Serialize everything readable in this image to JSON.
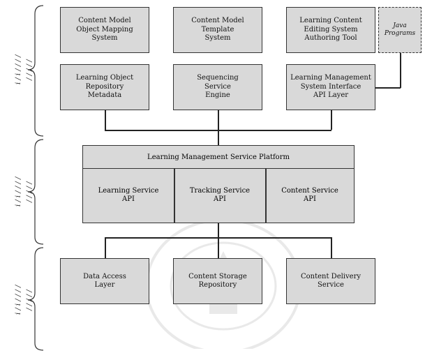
{
  "layers": [
    {
      "label": "i /  i  /  /  /  / ",
      "sub": "  /  /  /  /  / "
    },
    {
      "label": "i /  i  /  /  /  / ",
      "sub": "  /  /  /  /  / "
    },
    {
      "label": "i /  i  /  /  /  / ",
      "sub": "  /  /  /  /  / "
    }
  ],
  "top_row": [
    {
      "text": "Content Model\nObject Mapping\nSystem"
    },
    {
      "text": "Content Model\nTemplate\nSystem"
    },
    {
      "text": "Learning Content\nEditing System\nAuthoring Tool"
    }
  ],
  "java_programs": "Java\nPrograms",
  "second_row": [
    {
      "text": "Learning Object\nRepository\nMetadata"
    },
    {
      "text": "Sequencing\nService\nEngine"
    },
    {
      "text": "Learning Management\nSystem Interface\nAPI Layer"
    }
  ],
  "middle_group": {
    "title": "Learning Management Service Platform",
    "cells": [
      {
        "text": "Learning Service\nAPI"
      },
      {
        "text": "Tracking Service\nAPI"
      },
      {
        "text": "Content Service\nAPI"
      }
    ]
  },
  "bottom_row": [
    {
      "text": "Data Access\nLayer"
    },
    {
      "text": "Content Storage\nRepository"
    },
    {
      "text": "Content Delivery\nService"
    }
  ]
}
